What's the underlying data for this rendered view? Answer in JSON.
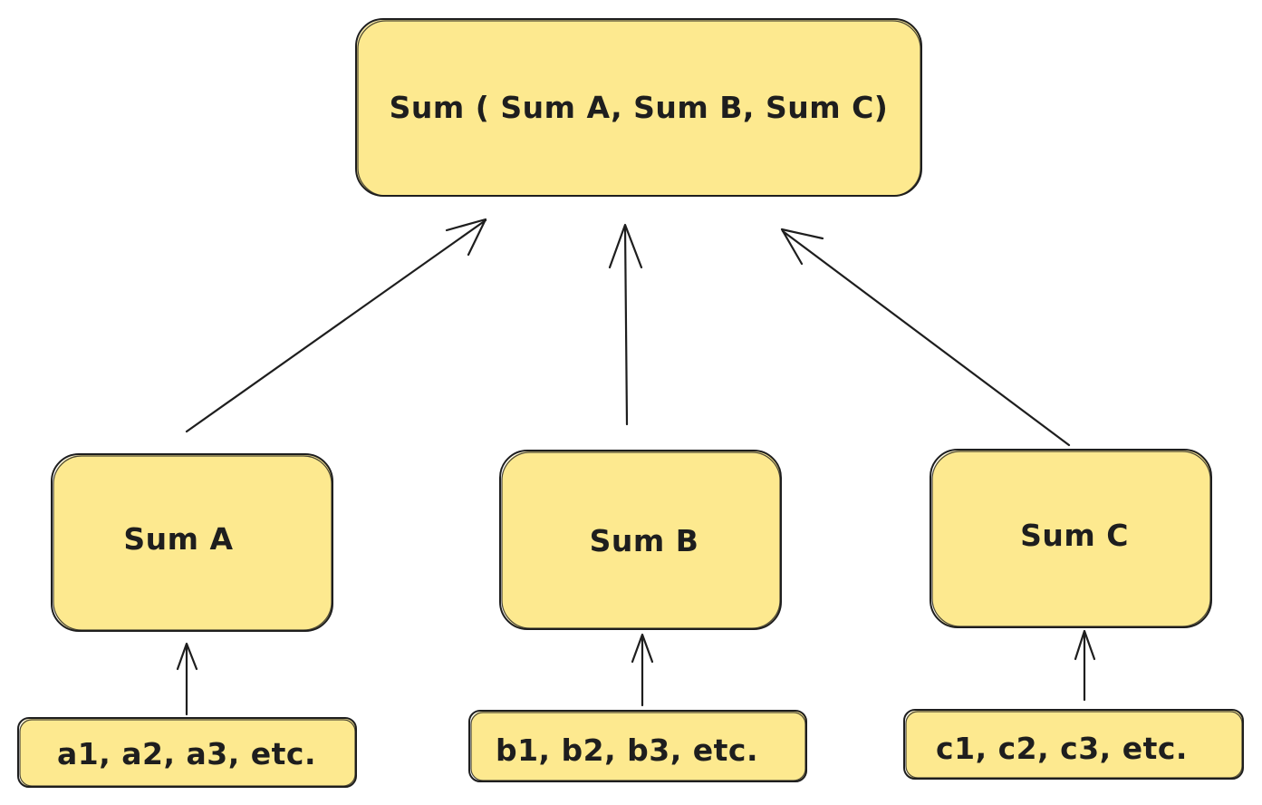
{
  "diagram": {
    "nodes": {
      "root": {
        "label": "Sum ( Sum A, Sum B, Sum C)"
      },
      "sum_a": {
        "label": "Sum A"
      },
      "sum_b": {
        "label": "Sum B"
      },
      "sum_c": {
        "label": "Sum C"
      },
      "items_a": {
        "label": "a1, a2, a3, etc."
      },
      "items_b": {
        "label": "b1, b2, b3, etc."
      },
      "items_c": {
        "label": "c1, c2, c3, etc."
      }
    },
    "edges": [
      {
        "from": "items_a",
        "to": "sum_a"
      },
      {
        "from": "items_b",
        "to": "sum_b"
      },
      {
        "from": "items_c",
        "to": "sum_c"
      },
      {
        "from": "sum_a",
        "to": "root"
      },
      {
        "from": "sum_b",
        "to": "root"
      },
      {
        "from": "sum_c",
        "to": "root"
      }
    ],
    "colors": {
      "box_fill": "#fde98f",
      "stroke": "#1e1e1e",
      "background": "#ffffff"
    }
  }
}
